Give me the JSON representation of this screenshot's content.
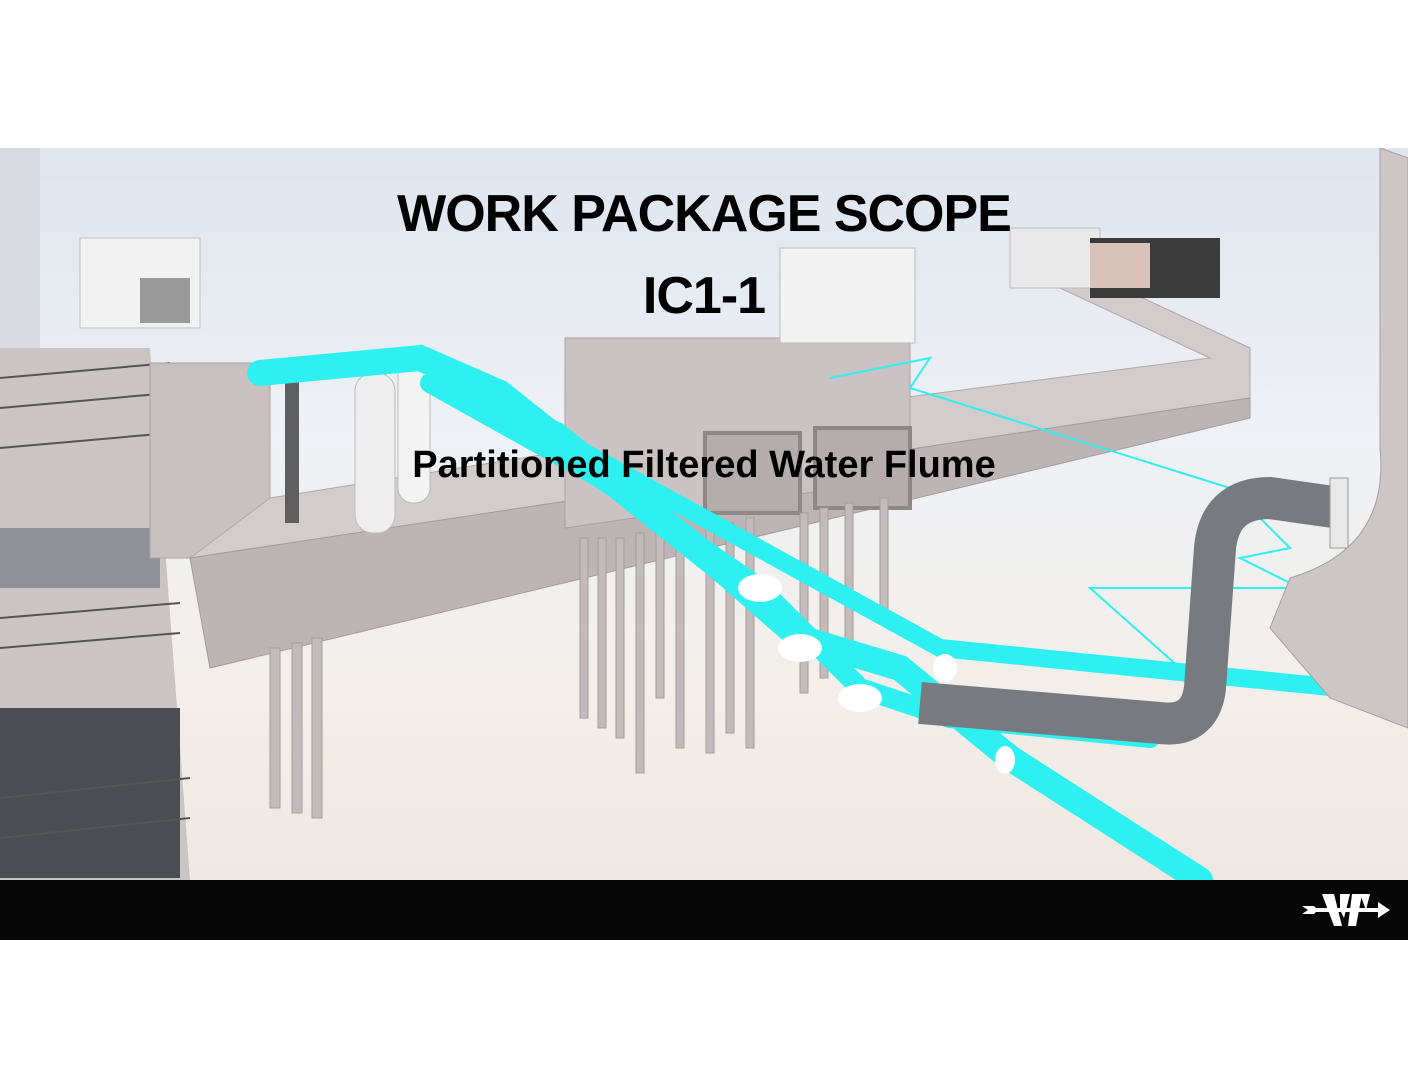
{
  "slide": {
    "title": "WORK PACKAGE SCOPE",
    "code": "IC1-1",
    "subtitle": "Partitioned Filtered Water Flume"
  },
  "colors": {
    "pipe": "#2ef0f0",
    "concrete": "#cfc7c7",
    "bar": "#060606"
  },
  "icons": {
    "logo": "company-logo-mark"
  }
}
